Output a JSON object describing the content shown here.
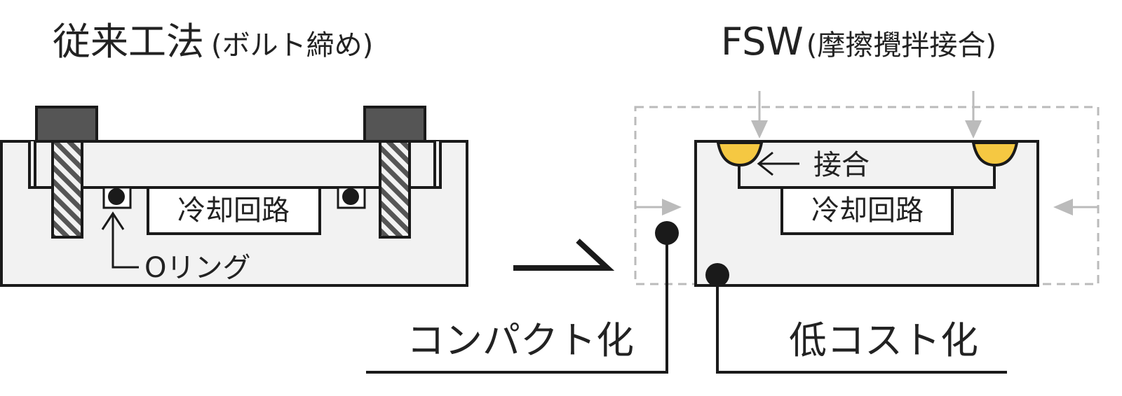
{
  "left_panel": {
    "title": "従来工法",
    "subtitle": "(ボルト締め)",
    "cooling_label": "冷却回路",
    "oring_label": "Oリング"
  },
  "right_panel": {
    "title": "FSW",
    "subtitle": "(摩擦攪拌接合)",
    "joint_label": "接合",
    "cooling_label": "冷却回路"
  },
  "callouts": {
    "compact": "コンパクト化",
    "low_cost": "低コスト化"
  },
  "colors": {
    "stroke": "#1a1a1a",
    "body_fill": "#f2f2f2",
    "bolt_head": "#555555",
    "weld_yellow": "#f5c842",
    "dashed_gray": "#bbbbbb",
    "arrow_gray": "#bbbbbb"
  }
}
